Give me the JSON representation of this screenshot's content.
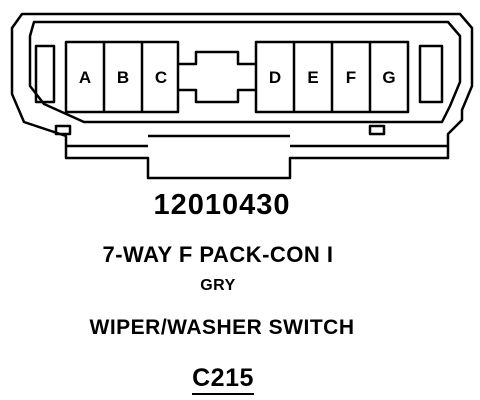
{
  "connector": {
    "cavities": [
      "A",
      "B",
      "C",
      "D",
      "E",
      "F",
      "G"
    ],
    "part_number": "12010430",
    "description": "7-WAY F PACK-CON I",
    "color": "GRY",
    "function": "WIPER/WASHER SWITCH",
    "id": "C215"
  },
  "colors": {
    "ink": "#000000",
    "paper": "#ffffff"
  }
}
